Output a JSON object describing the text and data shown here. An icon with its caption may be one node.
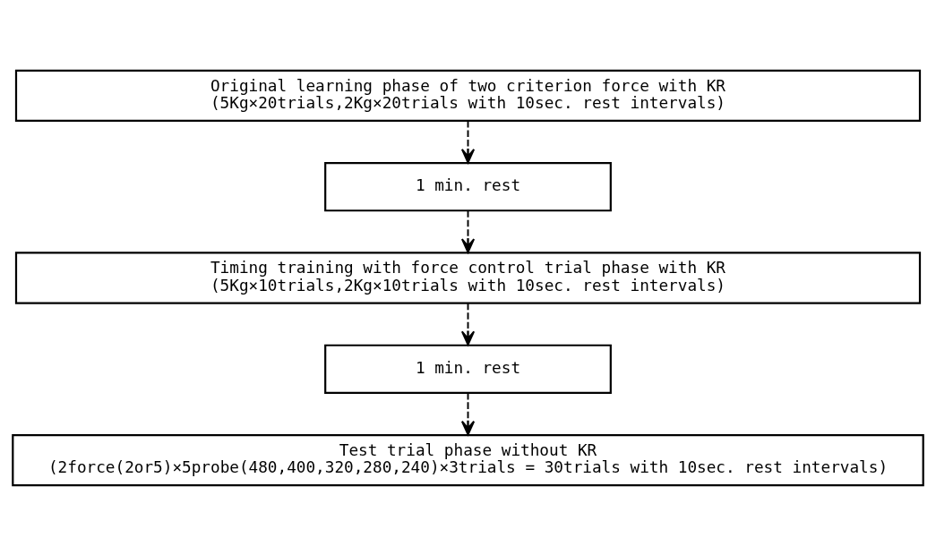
{
  "diagram": {
    "nodes": [
      {
        "text": [
          "Original learning phase of two criterion force with KR",
          "(5Kg×20trials,2Kg×20trials with 10sec. rest intervals)"
        ]
      },
      {
        "text": [
          "1 min. rest"
        ]
      },
      {
        "text": [
          "Timing training with force control trial phase with KR",
          "(5Kg×10trials,2Kg×10trials with 10sec. rest intervals)"
        ]
      },
      {
        "text": [
          "1 min. rest"
        ]
      },
      {
        "text": [
          "Test trial phase without KR",
          "(2force(2or5)×5probe(480,400,320,280,240)×3trials = 30trials with 10sec. rest intervals)"
        ]
      }
    ],
    "edges": [
      {
        "from": 0,
        "to": 1,
        "arrow": "to",
        "style": "dashed"
      },
      {
        "from": 1,
        "to": 2,
        "arrow": "to",
        "style": "dashed"
      },
      {
        "from": 2,
        "to": 3,
        "arrow": "to",
        "style": "dashed"
      },
      {
        "from": 3,
        "to": 4,
        "arrow": "to",
        "style": "dashed"
      }
    ]
  }
}
